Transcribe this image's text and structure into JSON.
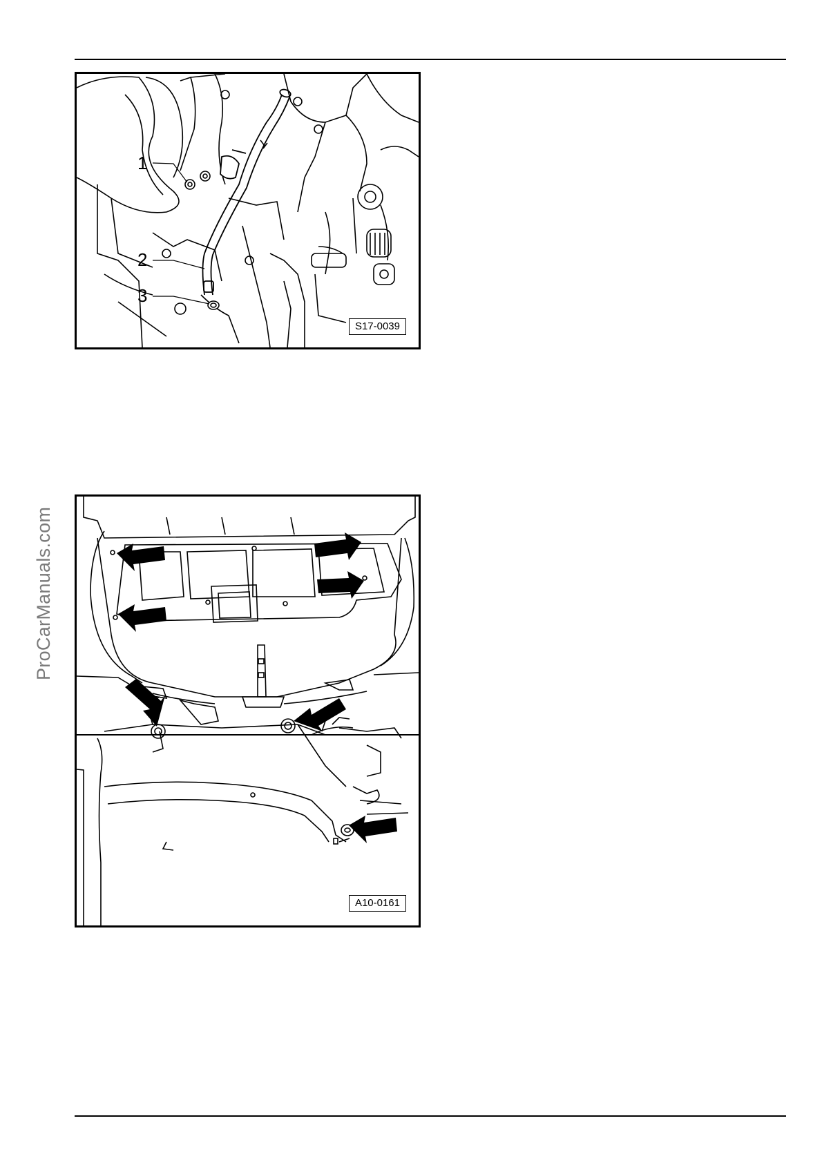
{
  "watermark": "ProCarManuals.com",
  "figures": [
    {
      "code": "S17-0039",
      "callouts": [
        "1",
        "2",
        "3"
      ]
    },
    {
      "code": "A10-0161",
      "callouts": []
    }
  ]
}
